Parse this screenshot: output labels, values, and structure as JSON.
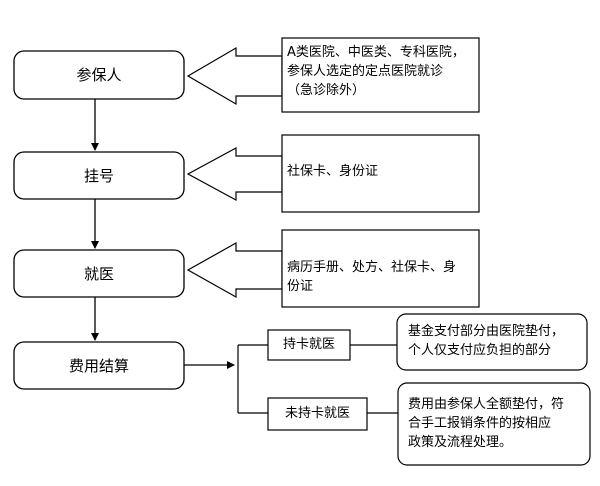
{
  "steps": [
    {
      "label": "参保人"
    },
    {
      "label": "挂号"
    },
    {
      "label": "就医"
    },
    {
      "label": "费用结算"
    }
  ],
  "notes": [
    {
      "lines": [
        "A类医院、中医类、专科医院，",
        "参保人选定的定点医院就诊",
        "（急诊除外）"
      ]
    },
    {
      "lines": [
        "社保卡、身份证"
      ]
    },
    {
      "lines": [
        "病历手册、处方、社保卡、身",
        "份证"
      ]
    }
  ],
  "branches": [
    {
      "label": "持卡就医",
      "note_lines": [
        "基金支付部分由医院垫付，",
        "个人仅支付应负担的部分"
      ]
    },
    {
      "label": "未持卡就医",
      "note_lines": [
        "费用由参保人全额垫付，符",
        "合手工报销条件的按相应",
        "政策及流程处理。"
      ]
    }
  ]
}
